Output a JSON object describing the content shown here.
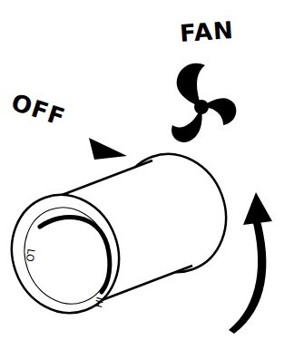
{
  "diagram": {
    "labels": [
      "OFF",
      "FAN",
      "LO",
      "HI"
    ]
  }
}
